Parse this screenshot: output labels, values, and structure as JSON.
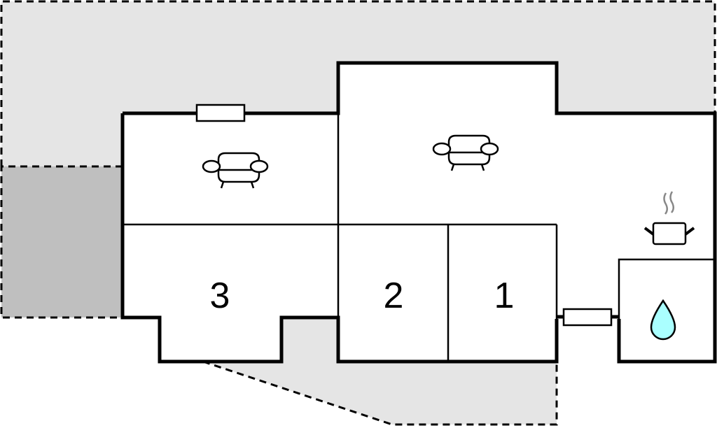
{
  "floorplan": {
    "colors": {
      "outdoor_area": "#e5e5e5",
      "covered_area": "#bfbfbf",
      "interior": "#ffffff",
      "wall": "#000000",
      "water_drop": "#aaffff",
      "steam": "#888888"
    },
    "rooms": [
      {
        "id": "bedroom-3",
        "label": "3"
      },
      {
        "id": "bedroom-2",
        "label": "2"
      },
      {
        "id": "bedroom-1",
        "label": "1"
      }
    ],
    "icons": [
      {
        "name": "sofa-icon",
        "room": "living-room-left"
      },
      {
        "name": "sofa-icon",
        "room": "living-room-right"
      },
      {
        "name": "cooking-pot-icon",
        "room": "kitchen"
      },
      {
        "name": "water-drop-icon",
        "room": "bathroom"
      }
    ],
    "windows": [
      {
        "name": "window-top-left"
      },
      {
        "name": "window-right-passage"
      }
    ]
  }
}
